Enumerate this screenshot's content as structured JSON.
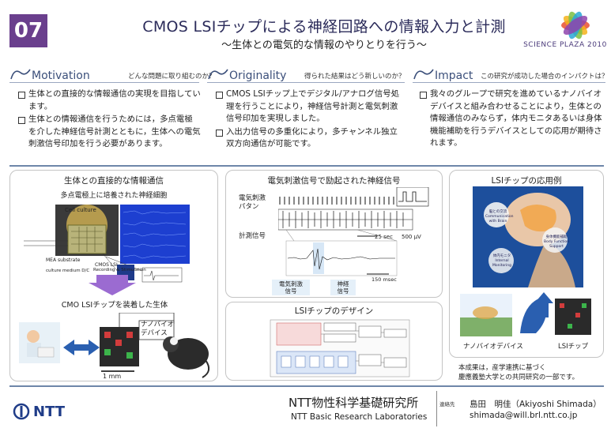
{
  "header": {
    "badge": "07",
    "title": "CMOS LSIチップによる神経回路への情報入力と計測",
    "subtitle": "～生体との電気的な情報のやりとりを行う～",
    "logo_text": "SCIENCE PLAZA 2010"
  },
  "sections": {
    "motivation": {
      "heading": "Motivation",
      "question": "どんな問題に取り組むのか？",
      "bullets": [
        "生体との直接的な情報通信の実現を目指しています。",
        "生体との情報通信を行うためには，多点電極を介した神経信号計測とともに，生体への電気刺激信号印加を行う必要があります。"
      ]
    },
    "originality": {
      "heading": "Originality",
      "question": "得られた結果はどう新しいのか？",
      "bullets": [
        "CMOS LSIチップ上でデジタル/アナログ信号処理を行うことにより，神経信号計測と電気刺激信号印加を実現しました。",
        "入出力信号の多重化により，多チャンネル独立双方向通信が可能です。"
      ]
    },
    "impact": {
      "heading": "Impact",
      "question": "この研究が成功した場合のインパクトは？",
      "text": "我々のグループで研究を進めているナノバイオデバイスと組み合わせることにより，生体との情報通信のみならず，体内モニタあるいは身体機能補助を行うデバイスとしての応用が期待されます。"
    }
  },
  "panel_left": {
    "title": "生体との直接的な情報通信",
    "subtitle": "多点電極上に培養された神経細胞",
    "arrow_label": "CMO LSIチップを装着した生体",
    "callout": "ナノバイオ\nデバイス",
    "scale": "1 mm",
    "chip_labels": [
      "Cell culture",
      "MEA substrate",
      "CMOS LSI",
      "Recording & Stimulation",
      "culture medium D/C"
    ]
  },
  "panel_mid": {
    "title": "電気刺激信号で励起された神経信号",
    "stim_label": "電気刺激\nパタン",
    "meas_label": "計測信号",
    "scale_time": "25 sec",
    "scale_amp": "500 μV",
    "zoom_scale": "150 msec",
    "label_stim": "電気刺激\n信号",
    "label_neural": "神経\n信号",
    "design_title": "LSIチップのデザイン"
  },
  "panel_right": {
    "title": "LSIチップの応用例",
    "bubbles": [
      "脳との交流\nCommunication with Brain",
      "身体機能補助\nBody Function Support",
      "体内モニタ\nInternal Monitoring"
    ],
    "label_nano": "ナノバイオデバイス",
    "label_chip": "LSIチップ",
    "note": "本成果は，産学連携に基づく\n慶應義塾大学との共同研究の一部です。"
  },
  "footer": {
    "ntt": "NTT",
    "lab_jp": "NTT物性科学基礎研究所",
    "lab_en": "NTT Basic Research Laboratories",
    "contact_label": "連絡先",
    "contact_name": "島田　明佳（Akiyoshi Shimada）",
    "contact_email": "shimada@will.brl.ntt.co.jp"
  }
}
